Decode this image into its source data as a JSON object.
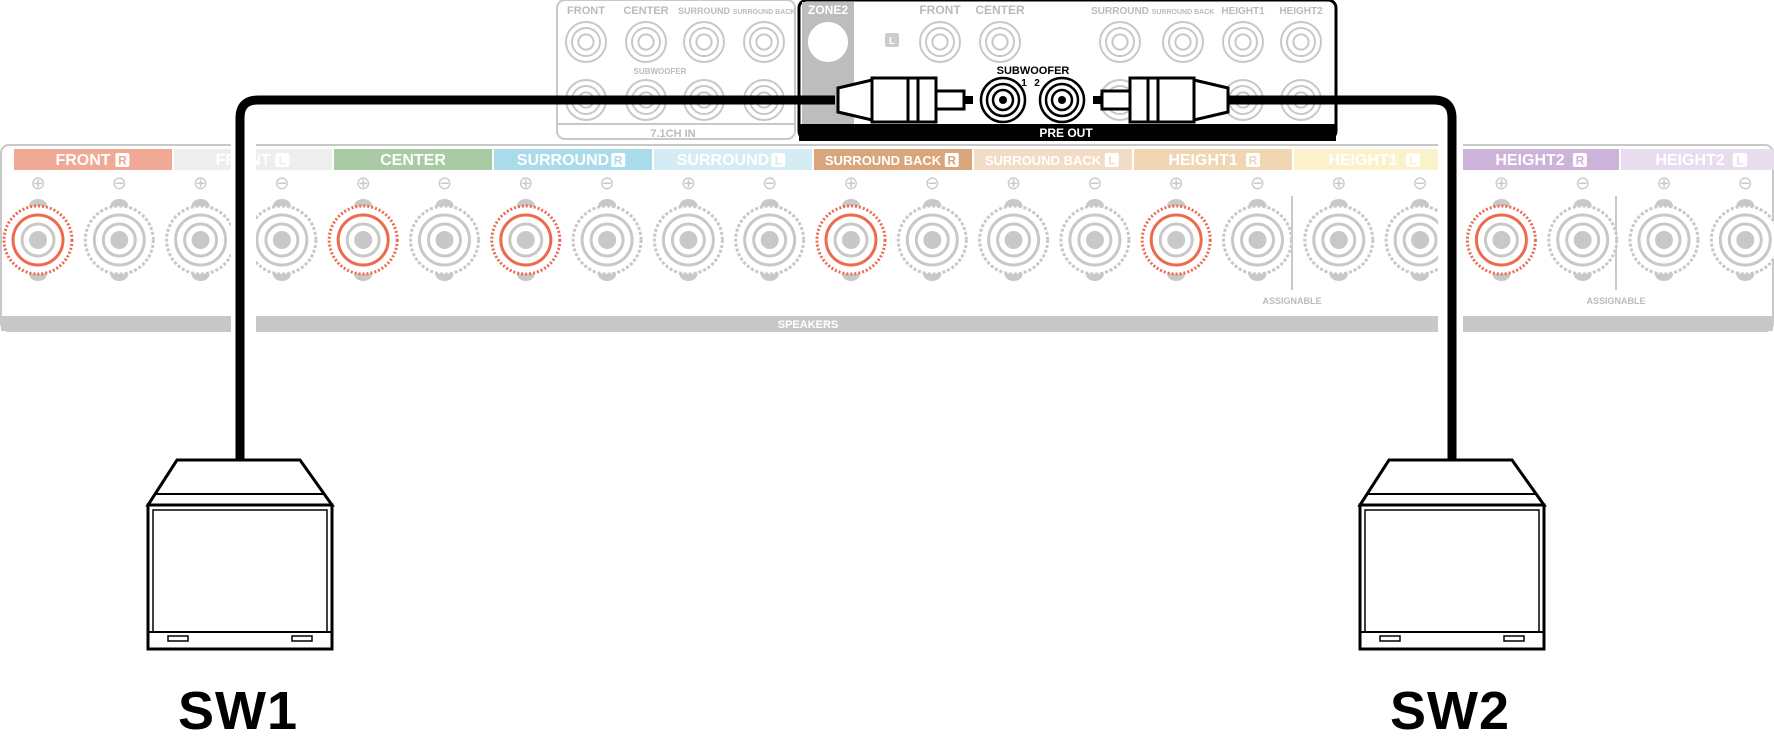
{
  "inputs_panel": {
    "top_labels": [
      "FRONT",
      "CENTER",
      "SURROUND",
      "SURROUND BACK"
    ],
    "subwoofer_label": "SUBWOOFER",
    "section_label": "7.1CH IN"
  },
  "preout_panel": {
    "zone_label": "ZONE2",
    "l_marker": "L",
    "top_labels": [
      "FRONT",
      "CENTER",
      "SURROUND",
      "SURROUND BACK",
      "HEIGHT1",
      "HEIGHT2"
    ],
    "subwoofer_label": "SUBWOOFER",
    "sub_numbers": [
      "1",
      "2"
    ],
    "section_label": "PRE OUT"
  },
  "speakers": {
    "channels": [
      {
        "name": "FRONT",
        "side": "R",
        "color": "#f0a995",
        "highlighted": true
      },
      {
        "name": "FRONT",
        "side": "L",
        "color": "#eeeeee",
        "highlighted": false
      },
      {
        "name": "CENTER",
        "side": "",
        "color": "#a8cba3",
        "highlighted": true
      },
      {
        "name": "SURROUND",
        "side": "R",
        "color": "#a9dbea",
        "highlighted": true
      },
      {
        "name": "SURROUND",
        "side": "L",
        "color": "#d4ecf4",
        "highlighted": false
      },
      {
        "name": "SURROUND BACK",
        "side": "R",
        "color": "#d9a57b",
        "highlighted": true
      },
      {
        "name": "SURROUND BACK",
        "side": "L",
        "color": "#f2dcc6",
        "highlighted": false
      },
      {
        "name": "HEIGHT1",
        "side": "R",
        "color": "#f0d6b3",
        "highlighted": true
      },
      {
        "name": "HEIGHT1",
        "side": "L",
        "color": "#fbf2cc",
        "highlighted": false
      },
      {
        "name": "HEIGHT2",
        "side": "R",
        "color": "#cdb3da",
        "highlighted": true
      },
      {
        "name": "HEIGHT2",
        "side": "L",
        "color": "#e8dcef",
        "highlighted": false
      }
    ],
    "plus_symbol": "⊕",
    "minus_symbol": "⊖",
    "assignable_label": "ASSIGNABLE",
    "bar_label": "SPEAKERS"
  },
  "subwoofers": {
    "left_name": "SW1",
    "right_name": "SW2"
  },
  "colors": {
    "panel_outline": "#c8c8c8",
    "terminal_red": "#ee6a4f",
    "cable": "#000000",
    "zone_fill": "#bdbdbd"
  }
}
